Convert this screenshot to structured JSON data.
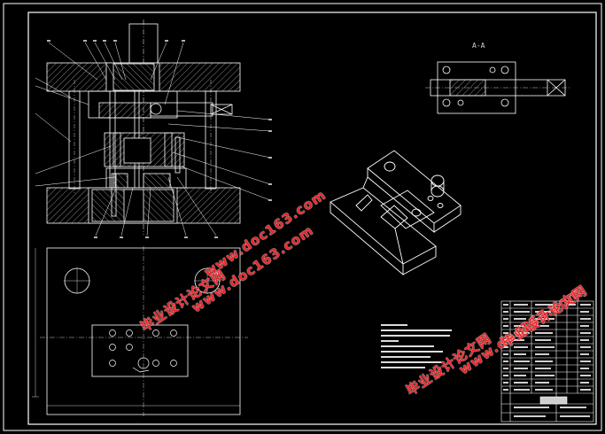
{
  "section_label": "A-A",
  "watermarks": [
    {
      "cn": "毕业设计论文网",
      "url": "www.doc163.com"
    },
    {
      "cn": "毕业设计论文网",
      "url": "www.doc163.com"
    },
    {
      "cn": "毕业设计论文网",
      "url": "www.doc163.com"
    }
  ],
  "colors": {
    "background": "#000000",
    "line": "#ffffff",
    "hatch": "#bfbfbf",
    "watermark": "#e8262a"
  }
}
